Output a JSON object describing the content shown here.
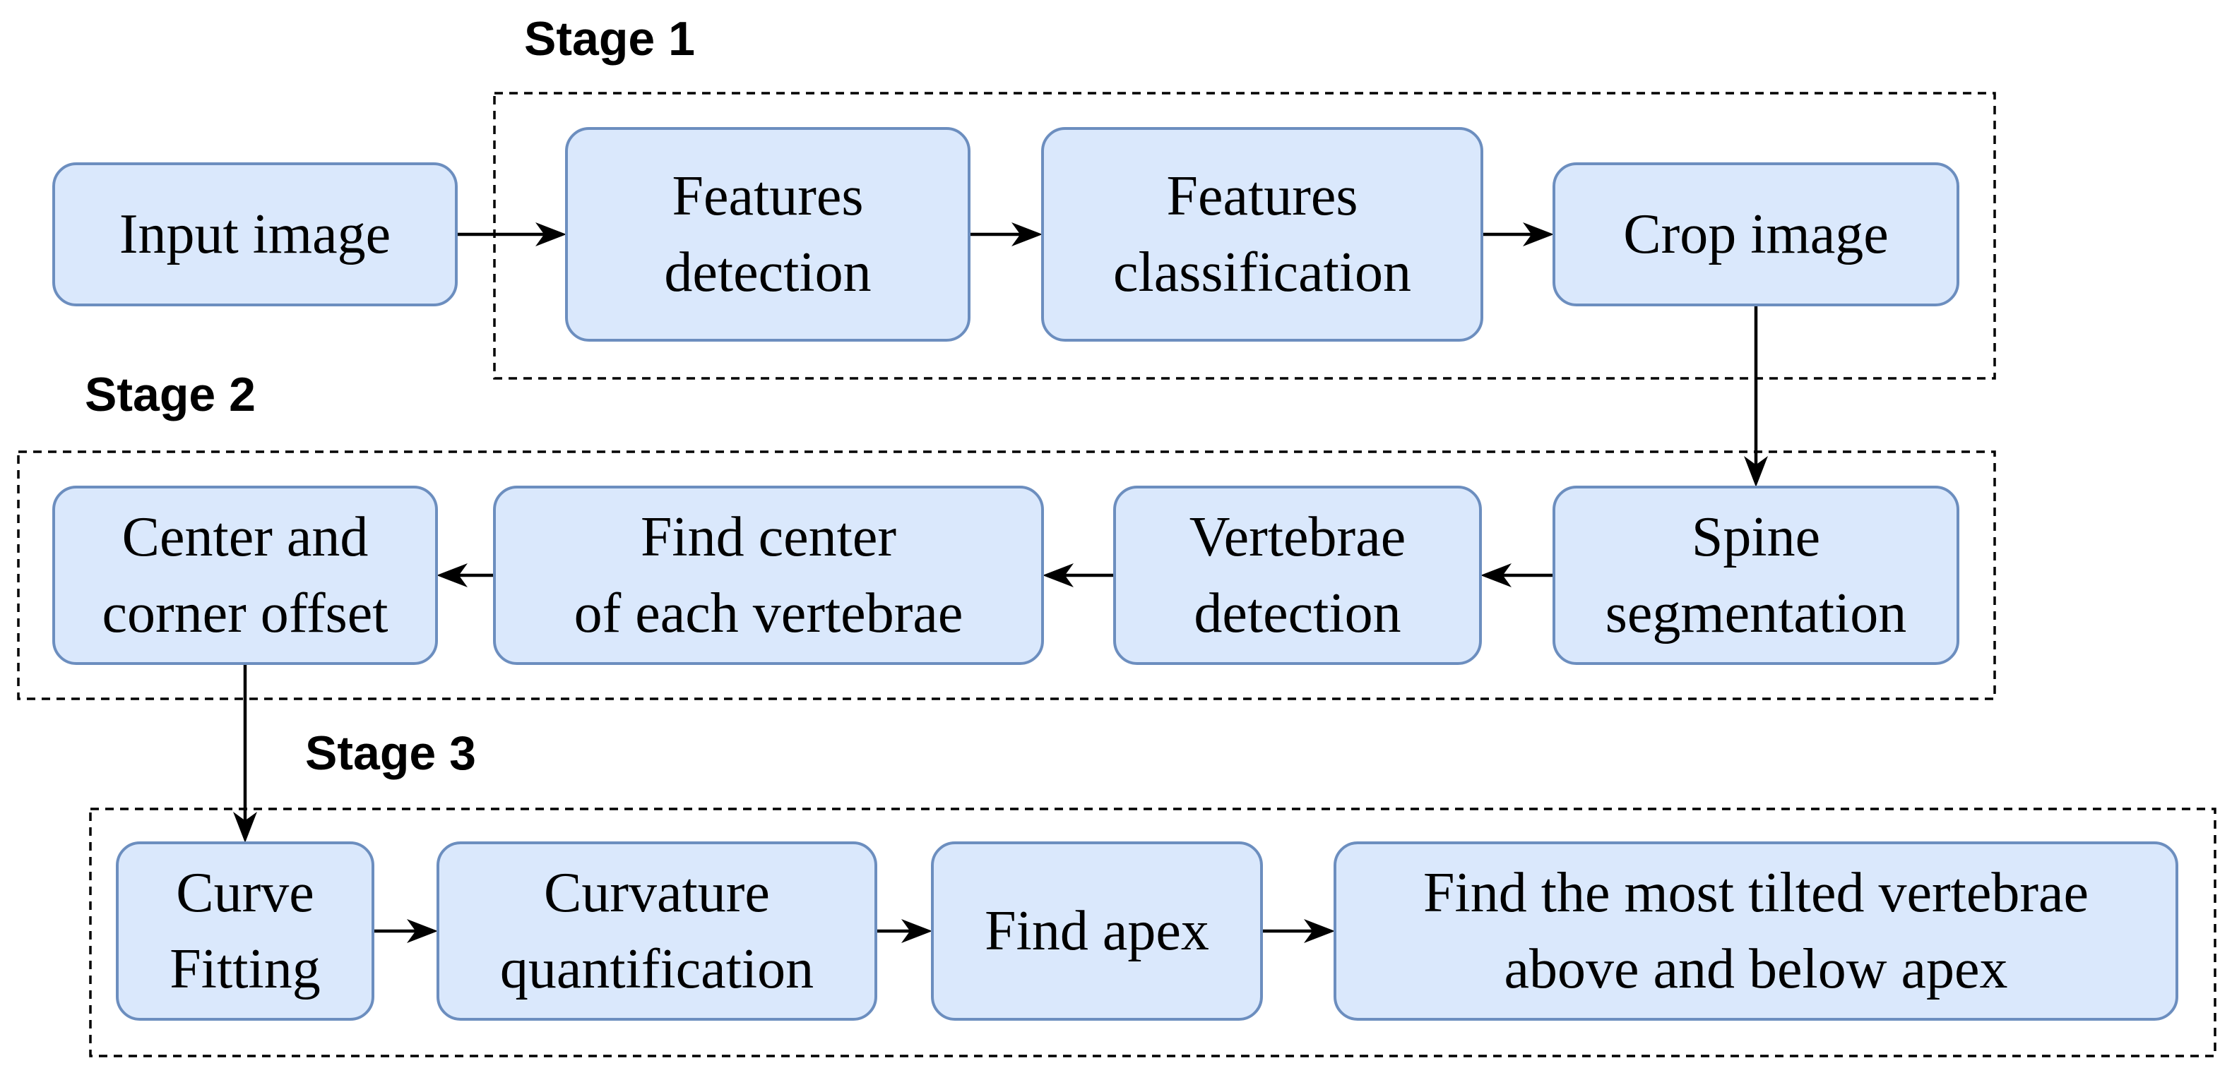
{
  "diagram": {
    "stages": [
      {
        "id": "stage1",
        "title": "Stage 1"
      },
      {
        "id": "stage2",
        "title": "Stage 2"
      },
      {
        "id": "stage3",
        "title": "Stage 3"
      }
    ],
    "nodes": [
      {
        "id": "input-image",
        "lines": [
          "Input image"
        ]
      },
      {
        "id": "features-detection",
        "lines": [
          "Features",
          "detection"
        ]
      },
      {
        "id": "features-classification",
        "lines": [
          "Features",
          "classification"
        ]
      },
      {
        "id": "crop-image",
        "lines": [
          "Crop image"
        ]
      },
      {
        "id": "spine-segmentation",
        "lines": [
          "Spine",
          "segmentation"
        ]
      },
      {
        "id": "vertebrae-detection",
        "lines": [
          "Vertebrae",
          "detection"
        ]
      },
      {
        "id": "find-center",
        "lines": [
          "Find center",
          "of each vertebrae"
        ]
      },
      {
        "id": "center-corner-offset",
        "lines": [
          "Center and",
          "corner offset"
        ]
      },
      {
        "id": "curve-fitting",
        "lines": [
          "Curve",
          "Fitting"
        ]
      },
      {
        "id": "curvature-quantification",
        "lines": [
          "Curvature",
          "quantification"
        ]
      },
      {
        "id": "find-apex",
        "lines": [
          "Find apex"
        ]
      },
      {
        "id": "find-most-tilted",
        "lines": [
          "Find the most tilted vertebrae",
          "above and below apex"
        ]
      }
    ],
    "edges": [
      {
        "from": "input-image",
        "to": "features-detection"
      },
      {
        "from": "features-detection",
        "to": "features-classification"
      },
      {
        "from": "features-classification",
        "to": "crop-image"
      },
      {
        "from": "crop-image",
        "to": "spine-segmentation"
      },
      {
        "from": "spine-segmentation",
        "to": "vertebrae-detection"
      },
      {
        "from": "vertebrae-detection",
        "to": "find-center"
      },
      {
        "from": "find-center",
        "to": "center-corner-offset"
      },
      {
        "from": "center-corner-offset",
        "to": "curve-fitting"
      },
      {
        "from": "curve-fitting",
        "to": "curvature-quantification"
      },
      {
        "from": "curvature-quantification",
        "to": "find-apex"
      },
      {
        "from": "find-apex",
        "to": "find-most-tilted"
      }
    ],
    "colors": {
      "node_fill": "#dae8fc",
      "node_stroke": "#6c8ebf",
      "line": "#000000"
    }
  }
}
